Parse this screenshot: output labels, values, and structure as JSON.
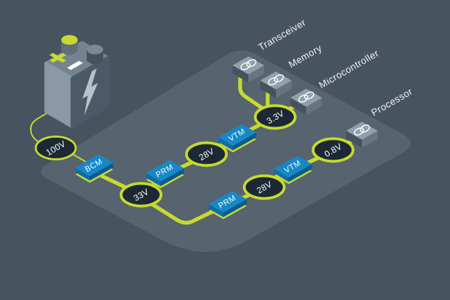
{
  "diagram_title": "isometric-power-conversion-chain",
  "colors": {
    "background": "#47535f",
    "platform": "#57636e",
    "wire": "#c6da2f",
    "node_fill": "#1c2834",
    "node_ring": "#c6da2f",
    "converter_top": "#1589c7",
    "converter_left": "#116ca6",
    "converter_right": "#0b5a90",
    "chip_top": "#90a1ac",
    "chip_left": "#45535f",
    "chip_right": "#67757f",
    "battery_top": "#75838e",
    "battery_left": "#8a99a5",
    "battery_right": "#4b5a66",
    "bolt": "#b7c2ca",
    "text": "#ffffff"
  },
  "battery": {
    "icon": "nine-volt-battery",
    "positive_terminal": "+",
    "negative_terminal": "-",
    "front_icon": "lightning-bolt"
  },
  "nodes": [
    {
      "id": "100v",
      "label": "100V"
    },
    {
      "id": "33v",
      "label": "33V"
    },
    {
      "id": "28v-upper",
      "label": "28V"
    },
    {
      "id": "3.3v",
      "label": "3.3V"
    },
    {
      "id": "28v-lower",
      "label": "28V"
    },
    {
      "id": "0.8v",
      "label": "0.8V"
    }
  ],
  "converters": [
    {
      "id": "bcm",
      "label": "BCM"
    },
    {
      "id": "prm-upper",
      "label": "PRM"
    },
    {
      "id": "vtm-upper",
      "label": "VTM"
    },
    {
      "id": "prm-lower",
      "label": "PRM"
    },
    {
      "id": "vtm-lower",
      "label": "VTM"
    }
  ],
  "components": [
    {
      "id": "transceiver",
      "name": "Transceiver",
      "icon": "chip-rings-icon"
    },
    {
      "id": "memory",
      "name": "Memory",
      "icon": "chip-rings-icon"
    },
    {
      "id": "microcontroller",
      "name": "Microcontroller",
      "icon": "chip-rings-icon"
    },
    {
      "id": "processor",
      "name": "Processor",
      "icon": "chip-rings-icon"
    }
  ]
}
